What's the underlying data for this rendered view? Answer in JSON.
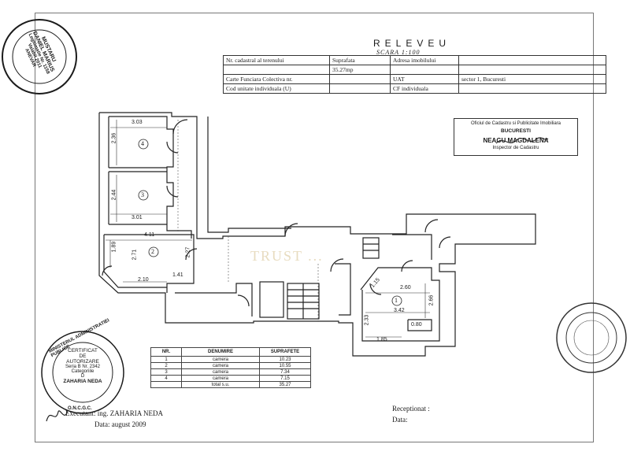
{
  "header": {
    "title": "RELEVEU",
    "scale": "SCARA 1:100",
    "rows": [
      [
        "Nr. cadastral al terenului",
        "Suprafata",
        "Adresa imobilului",
        ""
      ],
      [
        "",
        "35.27mp",
        "",
        ""
      ],
      [
        "Carte Funciara Colectiva nr.",
        "",
        "UAT",
        "sector 1, Bucuresti"
      ],
      [
        "Cod unitate individuala (U)",
        "",
        "CF individuala",
        ""
      ]
    ]
  },
  "plan": {
    "rooms": [
      "1",
      "2",
      "3",
      "4"
    ],
    "dimensions": [
      "3.03",
      "2.36",
      "2.44",
      "3.01",
      "4.11",
      "1.89",
      "2.71",
      "2.27",
      "2.10",
      "1.41",
      "1.15",
      "2.60",
      "2.66",
      "3.42",
      "2.33",
      "0.80",
      "1.85"
    ],
    "watermark": "TRUST ..."
  },
  "legend": {
    "headers": [
      "NR.",
      "DENUMIRE",
      "SUPRAFETE"
    ],
    "rows": [
      [
        "1",
        "camera",
        "10.23"
      ],
      [
        "2",
        "camera",
        "10.55"
      ],
      [
        "3",
        "camera",
        "7.34"
      ],
      [
        "4",
        "camera",
        "7.15"
      ],
      [
        "",
        "total s.u.",
        "35.27"
      ]
    ]
  },
  "footer": {
    "executant": "Executant: ing. ZAHARIA NEDA",
    "data": "Data: august 2009",
    "receptionat": "Receptionat :",
    "data_right": "Data:"
  },
  "stamps": {
    "top_left": [
      "MUSTARU",
      "DANIEL MARIUS",
      "Legitimatie Nr. 1158",
      "Valabil 2011",
      "ANEVAR"
    ],
    "bottom_left": [
      "CERTIFICAT",
      "DE",
      "AUTORIZARE",
      "Seria B Nr. 2342",
      "Categoriile",
      "D",
      "ZAHARIA NEDA"
    ],
    "bottom_left_ring": "MINISTERUL ADMINISTRATIEI PUBLICE",
    "bottom_left_org": "O.N.C.G.C.",
    "top_right": [
      "Oficiul de Cadastru si Publicitate Imobiliara",
      "BUCURESTI",
      "NEAGU MAGDALENA",
      "Inspector de Cadastru"
    ]
  }
}
